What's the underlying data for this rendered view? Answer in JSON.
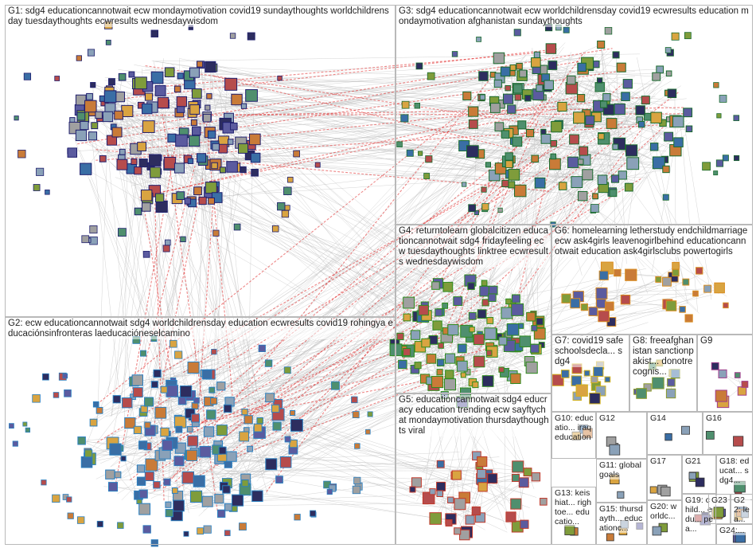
{
  "groups": [
    {
      "id": "G1",
      "label": "G1: sdg4 educationcannotwait ecw mondaymotivation covid19 sundaythoughts worldchildrensday tuesdaythoughts ecwresults wednesdaywisdom",
      "color": "#1f1f6e"
    },
    {
      "id": "G2",
      "label": "G2: ecw educationcannotwait sdg4 worldchildrensday education ecwresults covid19 rohingya educaciónsinfronteras laeducacióneselcamino",
      "color": "#2a7fc0"
    },
    {
      "id": "G3",
      "label": "G3: sdg4 educationcannotwait ecw worldchildrensday covid19 ecwresults education mondaymotivation afghanistan sundaythoughts",
      "color": "#1a6b2e"
    },
    {
      "id": "G4",
      "label": "G4: returntolearn globalcitizen educationcannotwait sdg4 fridayfeeling ecw tuesdaythoughts linktree ecwresults wednesdaywisdom",
      "color": "#2e8b1e"
    },
    {
      "id": "G5",
      "label": "G5: educationcannotwait sdg4 educracy education trending ecw sayftychat mondaymotivation thursdaythoughts viral",
      "color": "#c0392b"
    },
    {
      "id": "G6",
      "label": "G6: homelearning letherstudy endchildmarriage ecw ask4girls leavenogirlbehind educationcannotwait education ask4girlsclubs powertogirls",
      "color": "#d98c1f"
    },
    {
      "id": "G7",
      "label": "G7: covid19 safeschoolsdecla... sdg4",
      "color": "#d4b21a"
    },
    {
      "id": "G8",
      "label": "G8: freeafghanistan sanctionpakist... donotrecognis...",
      "color": "#8a9a2a"
    },
    {
      "id": "G9",
      "label": "G9",
      "color": "#a03c8c"
    },
    {
      "id": "G10",
      "label": "G10: educatio... iraq education",
      "color": "#3d3d3d"
    },
    {
      "id": "G11",
      "label": "G11: globalgoals",
      "color": "#3d3d3d"
    },
    {
      "id": "G12",
      "label": "G12",
      "color": "#3d3d3d"
    },
    {
      "id": "G13",
      "label": "G13: keishiat... rightoe... educatio...",
      "color": "#3d3d3d"
    },
    {
      "id": "G14",
      "label": "G14",
      "color": "#3d3d3d"
    },
    {
      "id": "G15",
      "label": "G15: thursdayth... educationc...",
      "color": "#3d3d3d"
    },
    {
      "id": "G16",
      "label": "G16",
      "color": "#3d3d3d"
    },
    {
      "id": "G17",
      "label": "G17",
      "color": "#3d3d3d"
    },
    {
      "id": "G18",
      "label": "G18: educat... sdg4...",
      "color": "#3d3d3d"
    },
    {
      "id": "G19",
      "label": "G19: child... edu... pea...",
      "color": "#3d3d3d"
    },
    {
      "id": "G20",
      "label": "G20: worldc...",
      "color": "#3d3d3d"
    },
    {
      "id": "G21",
      "label": "G21",
      "color": "#3d3d3d"
    },
    {
      "id": "G22",
      "label": "G22: lea... ...",
      "color": "#3d3d3d"
    },
    {
      "id": "G23",
      "label": "G23",
      "color": "#3d3d3d"
    },
    {
      "id": "G24",
      "label": "G24:...",
      "color": "#3d3d3d"
    }
  ]
}
